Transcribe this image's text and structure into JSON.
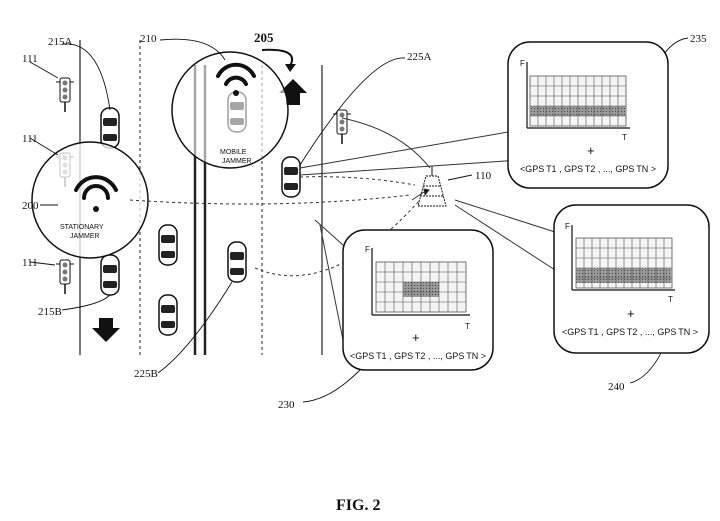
{
  "labels": {
    "ref_111a": "111",
    "ref_111b": "111",
    "ref_111c": "111",
    "ref_215a": "215A",
    "ref_215b": "215B",
    "ref_200": "200",
    "ref_210": "210",
    "ref_205": "205",
    "ref_225a": "225A",
    "ref_225b": "225B",
    "ref_110": "110",
    "ref_235": "235",
    "ref_240": "240",
    "ref_230": "230",
    "stationary_jammer_line1": "STATIONARY",
    "stationary_jammer_line2": "JAMMER",
    "mobile_jammer_line1": "MOBILE",
    "mobile_jammer_line2": "JAMMER"
  },
  "panels": {
    "p235": {
      "y_axis": "F",
      "x_axis": "T",
      "plus": "+",
      "formula": "<GPS T1 , GPS T2 , ..., GPS TN >"
    },
    "p240": {
      "y_axis": "F",
      "x_axis": "T",
      "plus": "+",
      "formula": "<GPS T1 , GPS T2 , ..., GPS TN >"
    },
    "p230": {
      "y_axis": "F",
      "x_axis": "T",
      "plus": "+",
      "formula": "<GPS T1 , GPS T2 , ..., GPS TN >"
    }
  },
  "caption": "FIG. 2",
  "colors": {
    "ink": "#111111",
    "shade": "#7a7a7a",
    "grid": "#555555"
  }
}
